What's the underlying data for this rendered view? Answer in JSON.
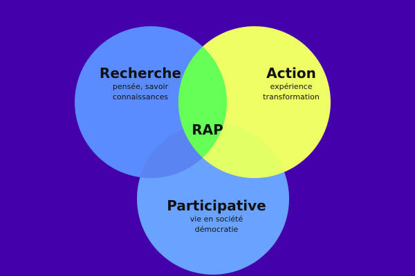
{
  "background_color": "#4400aa",
  "circles": {
    "recherche": {
      "title": "Recherche",
      "lines": [
        "pensée, savoir",
        "connaissances"
      ],
      "color": "#5b8cff"
    },
    "action": {
      "title": "Action",
      "lines": [
        "expérience",
        "transformation"
      ],
      "color": "#eeff66"
    },
    "participative": {
      "title": "Participative",
      "lines": [
        "vie en société",
        "démocratie"
      ],
      "color": "#6aa3ff"
    }
  },
  "overlaps": {
    "recherche_action_color": "#66ff55",
    "participative_recherche_color": "#5a84f2",
    "participative_action_color": "#e2ff66"
  },
  "center": {
    "label": "RAP"
  }
}
